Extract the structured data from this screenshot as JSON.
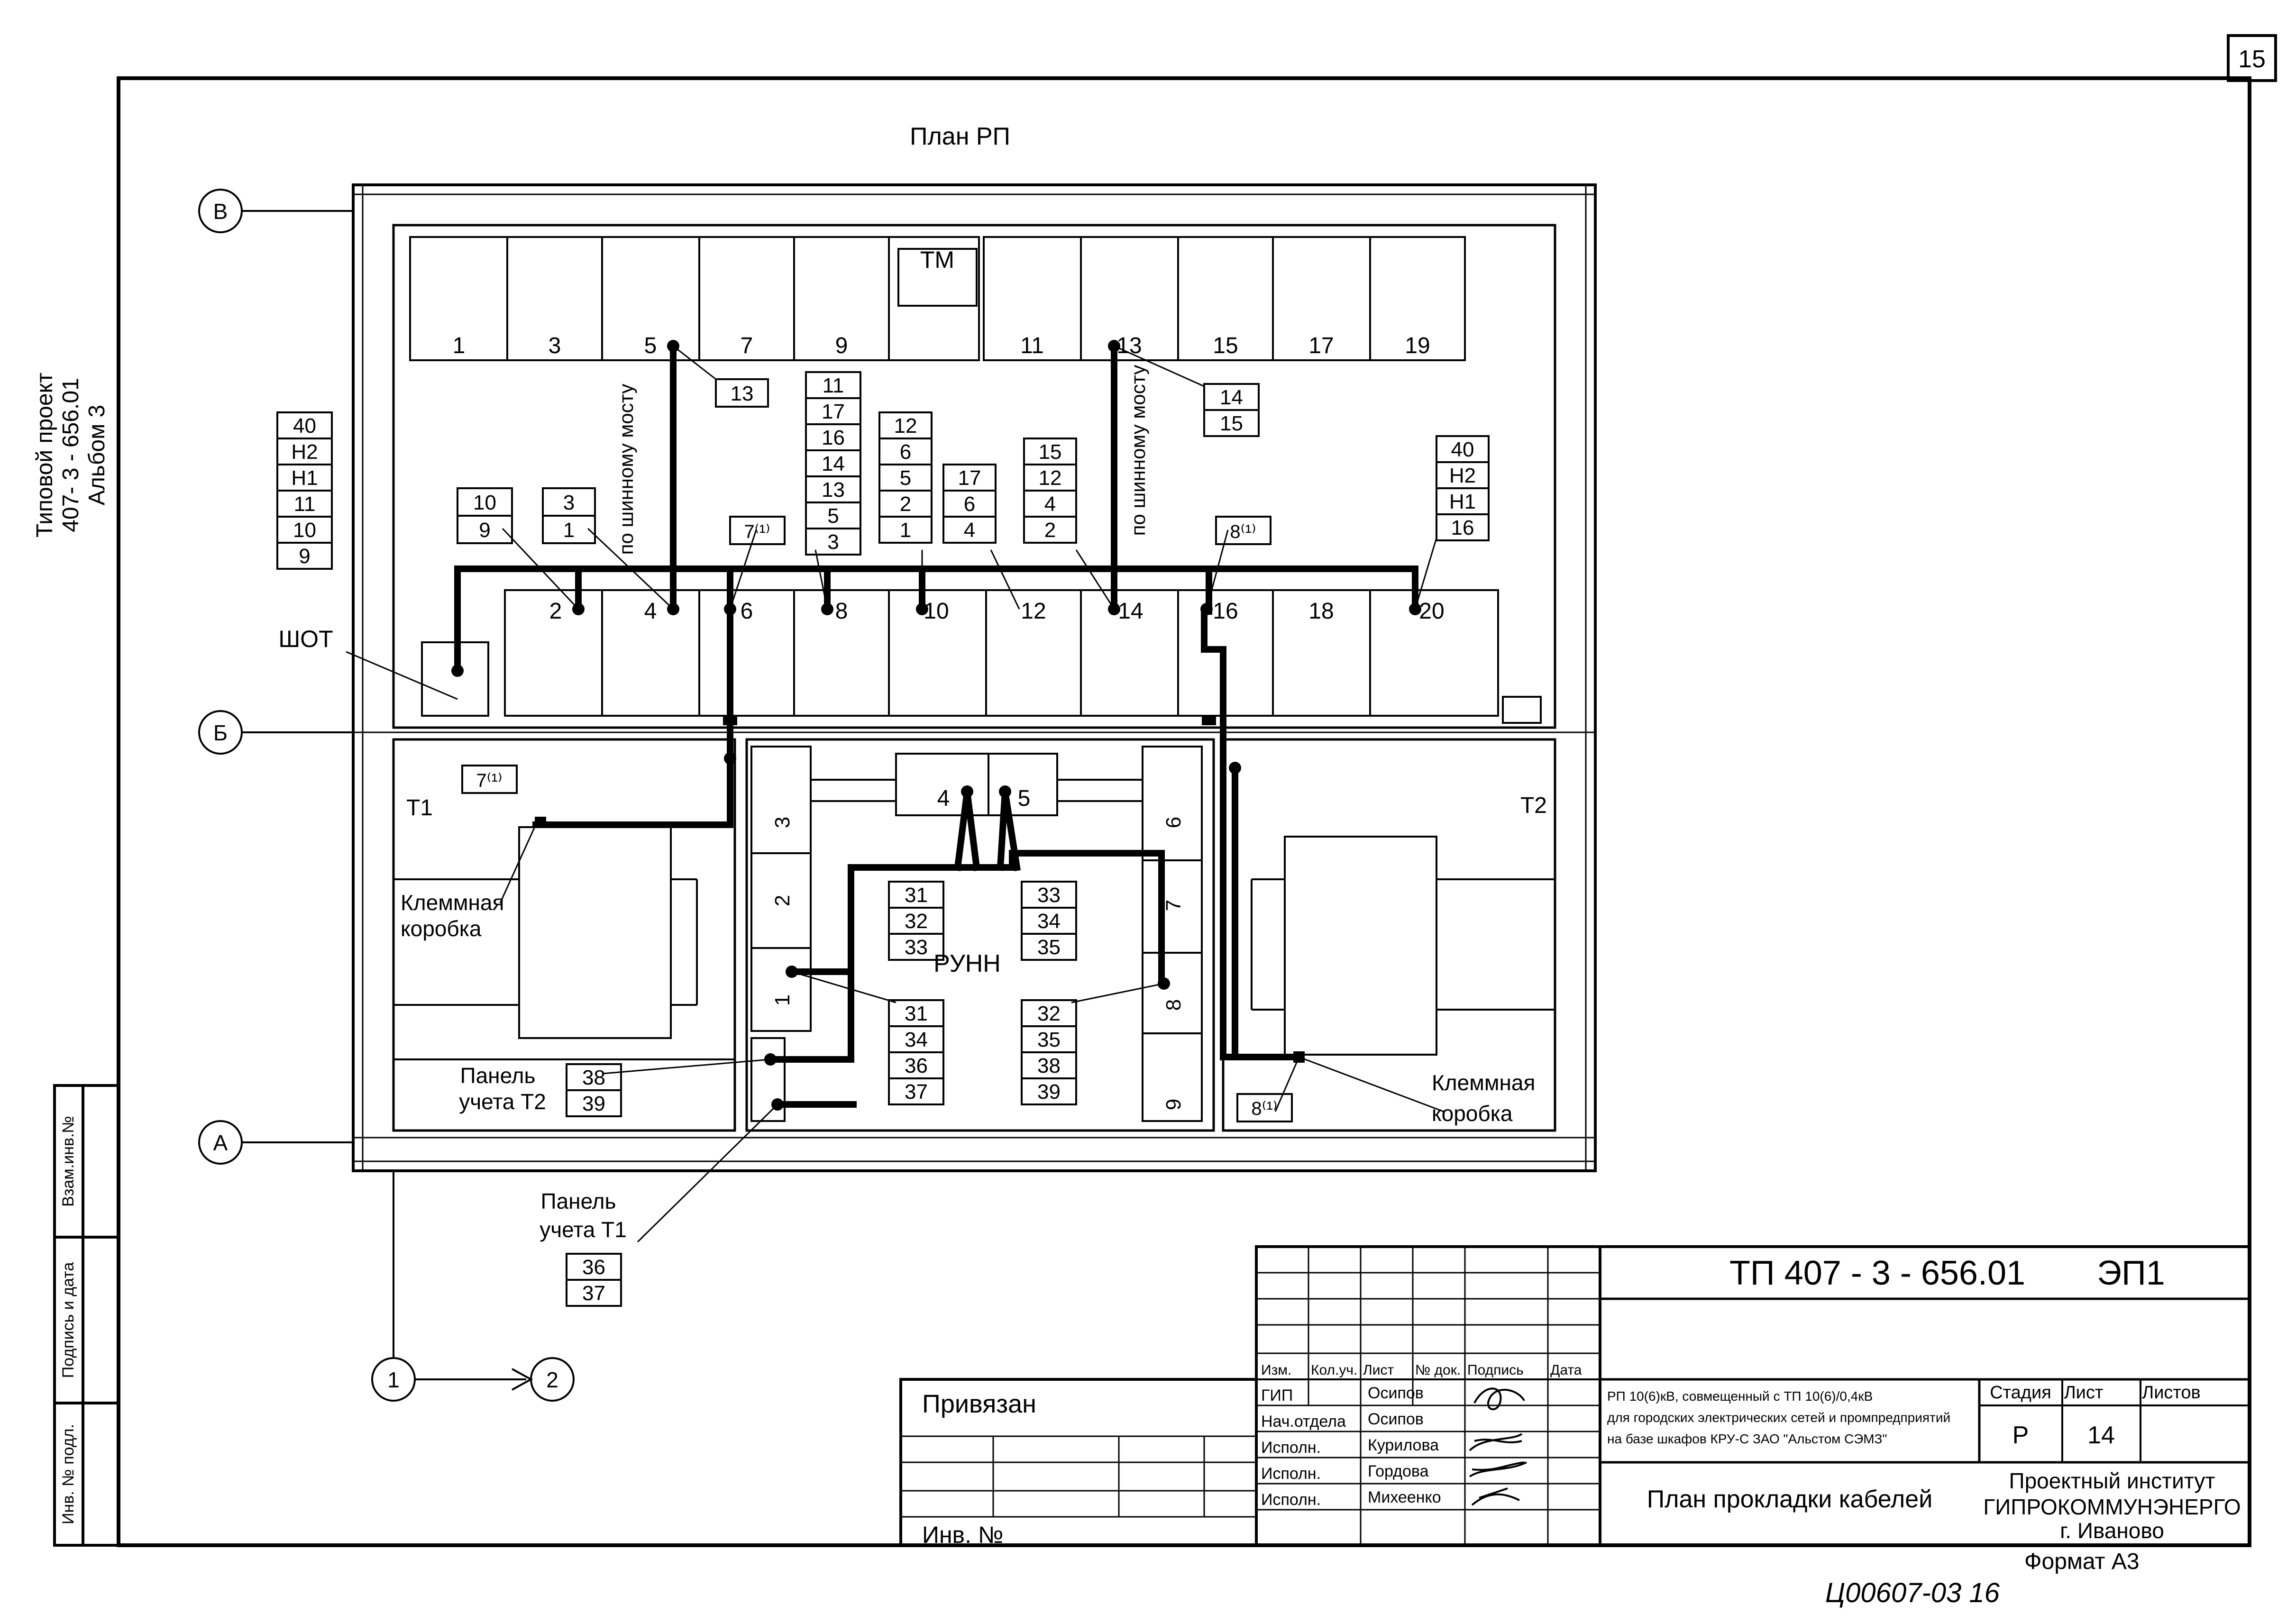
{
  "sheet": {
    "page_number": "15",
    "plan_title": "План РП",
    "side_stamp": [
      "Типовой проект",
      "407- 3 - 656.01",
      "Альбом 3"
    ],
    "left_strip": [
      "Взам.инв.№",
      "Подпись и дата",
      "Инв. № подл."
    ]
  },
  "axes": {
    "rows": [
      "В",
      "Б",
      "А"
    ],
    "cols": [
      "1",
      "2"
    ]
  },
  "cabinets": {
    "top": [
      "1",
      "3",
      "5",
      "7",
      "9",
      "11",
      "13",
      "15",
      "17",
      "19"
    ],
    "bottom": [
      "2",
      "4",
      "6",
      "8",
      "10",
      "12",
      "14",
      "16",
      "18",
      "20"
    ],
    "tm": "ТМ",
    "left_column": [
      "3",
      "2",
      "1"
    ],
    "right_column": [
      "6",
      "7",
      "8",
      "9"
    ],
    "runn_inputs": [
      "4",
      "5"
    ]
  },
  "labels": {
    "shot": "ШОТ",
    "t1": "Т1",
    "t2": "Т2",
    "runn": "РУНН",
    "busway": "по шинному мосту",
    "terminal_box": [
      "Клеммная",
      "коробка"
    ],
    "panel_t2": [
      "Панель",
      "учета Т2"
    ],
    "panel_t1": [
      "Панель",
      "учета Т1"
    ],
    "mark_7": "7⁽¹⁾",
    "mark_8": "8⁽¹⁾"
  },
  "cable_lists": {
    "shot": [
      "40",
      "Н2",
      "Н1",
      "11",
      "10",
      "9"
    ],
    "c2": [
      "10",
      "9"
    ],
    "c4": [
      "3",
      "1"
    ],
    "c5": [
      "13"
    ],
    "c8": [
      "11",
      "17",
      "16",
      "14",
      "13",
      "5",
      "3"
    ],
    "c10": [
      "12",
      "6",
      "5",
      "2",
      "1"
    ],
    "c12": [
      "17",
      "6",
      "4"
    ],
    "c14a": [
      "15",
      "12",
      "4",
      "2"
    ],
    "c14b": [
      "14",
      "15"
    ],
    "c20": [
      "40",
      "Н2",
      "Н1",
      "16"
    ],
    "runn_l": [
      "31",
      "32",
      "33"
    ],
    "runn_r": [
      "33",
      "34",
      "35"
    ],
    "low_l": [
      "31",
      "34",
      "36",
      "37"
    ],
    "low_r": [
      "32",
      "35",
      "38",
      "39"
    ],
    "panel_t2": [
      "38",
      "39"
    ],
    "panel_t1": [
      "36",
      "37"
    ]
  },
  "title_block": {
    "code": "ТП 407 - 3 - 656.01",
    "sheet_code": "ЭП1",
    "bound": "Привязан",
    "inv": "Инв. №",
    "col_headers": [
      "Изм.",
      "Кол.уч.",
      "Лист",
      "№ док.",
      "Подпись",
      "Дата"
    ],
    "staff": [
      {
        "role": "ГИП",
        "name": "Осипов"
      },
      {
        "role": "Нач.отдела",
        "name": "Осипов"
      },
      {
        "role": "Исполн.",
        "name": "Курилова"
      },
      {
        "role": "Исполн.",
        "name": "Гордова"
      },
      {
        "role": "Исполн.",
        "name": "Михеенко"
      }
    ],
    "description": [
      "РП 10(6)кВ, совмещенный с ТП 10(6)/0,4кВ",
      "для городских электрических сетей и промпредприятий",
      "на базе шкафов КРУ-С ЗАО \"Альстом СЭМЗ\""
    ],
    "stage_header": "Стадия",
    "sheet_header": "Лист",
    "sheets_header": "Листов",
    "stage": "Р",
    "sheet": "14",
    "sheets": "",
    "drawing_name": "План прокладки кабелей",
    "org": [
      "Проектный институт",
      "ГИПРОКОММУНЭНЕРГО",
      "г. Иваново"
    ],
    "format": "Формат А3",
    "handwritten": "Ц00607-03   16"
  }
}
